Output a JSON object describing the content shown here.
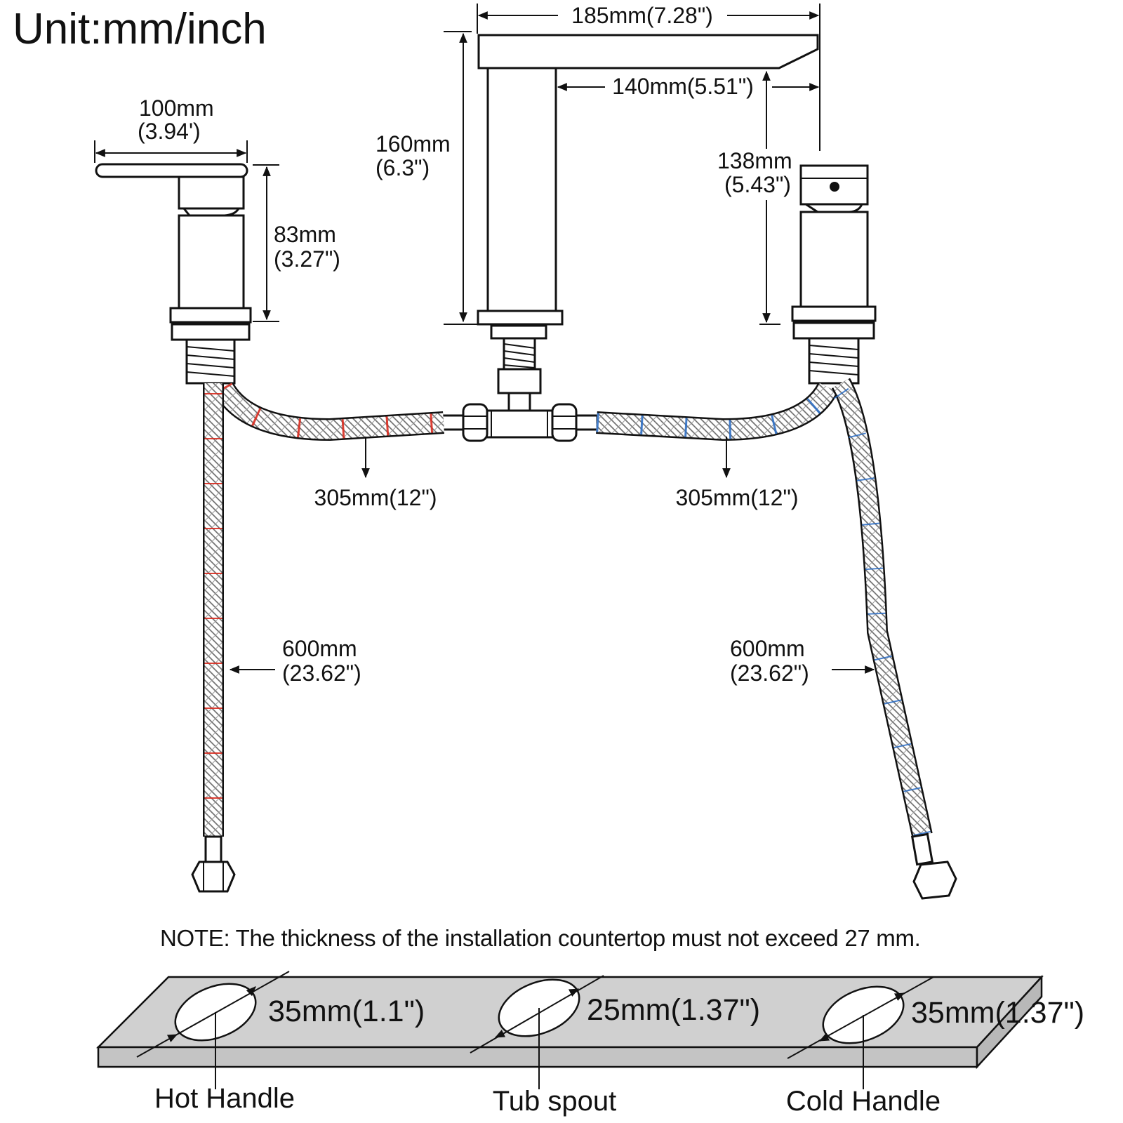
{
  "unit_title": "Unit:mm/inch",
  "note": "NOTE: The thickness of the installation countertop must not exceed 27 mm.",
  "dimensions": {
    "spout_reach_total": "185mm(7.28\")",
    "spout_reach_inner": "140mm(5.51\")",
    "spout_height": {
      "mm": "160mm",
      "inch": "(6.3\")"
    },
    "cold_handle_height": {
      "mm": "138mm",
      "inch": "(5.43\")"
    },
    "hot_lever_width": {
      "mm": "100mm",
      "inch": "(3.94')"
    },
    "hot_handle_height": {
      "mm": "83mm",
      "inch": "(3.27\")"
    },
    "hose_hot_short": "305mm(12\")",
    "hose_cold_short": "305mm(12\")",
    "hose_hot_long": {
      "mm": "600mm",
      "inch": "(23.62\")"
    },
    "hose_cold_long": {
      "mm": "600mm",
      "inch": "(23.62\")"
    },
    "hole_left": "35mm(1.1\")",
    "hole_center": "25mm(1.37\")",
    "hole_right": "35mm(1.37\")"
  },
  "labels": {
    "hot_handle": "Hot Handle",
    "tub_spout": "Tub spout",
    "cold_handle": "Cold Handle"
  },
  "colors": {
    "hot_stripe": "#d92b1f",
    "cold_stripe": "#2f6fc4",
    "countertop": "#d0d0d0",
    "line": "#111111"
  }
}
